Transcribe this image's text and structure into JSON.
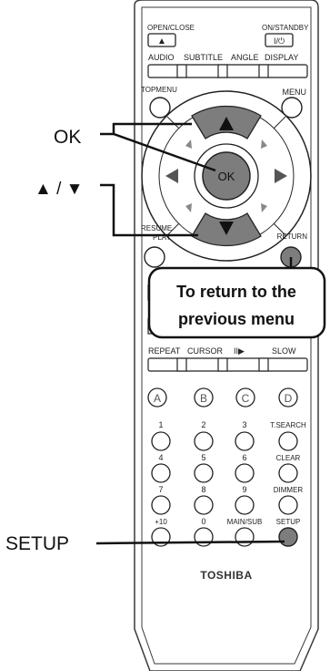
{
  "remote": {
    "top": {
      "open_close": "OPEN/CLOSE",
      "on_standby": "ON/STANDBY",
      "eject_symbol": "▲",
      "power_symbol": "I/⏻"
    },
    "row_labels": {
      "audio": "AUDIO",
      "subtitle": "SUBTITLE",
      "angle": "ANGLE",
      "display": "DISPLAY"
    },
    "top_menu": "TOPMENU",
    "menu": "MENU",
    "ok": "OK",
    "resume_line1": "RESUME",
    "resume_line2": "PLAY",
    "return": "RETURN",
    "row2_labels": {
      "repeat": "REPEAT",
      "cursor": "CURSOR",
      "slow_step": "II▶",
      "slow": "SLOW"
    },
    "color_buttons": [
      "A",
      "B",
      "C",
      "D"
    ],
    "numpad": [
      [
        "1",
        "2",
        "3",
        "T.SEARCH"
      ],
      [
        "4",
        "5",
        "6",
        "CLEAR"
      ],
      [
        "7",
        "8",
        "9",
        "DIMMER"
      ],
      [
        "+10",
        "0",
        "MAIN/SUB",
        "SETUP"
      ]
    ],
    "brand": "TOSHIBA"
  },
  "callouts": {
    "ok_label": "OK",
    "updown_label": "▲ / ▼",
    "setup_label": "SETUP",
    "return_note_line1": "To return to the",
    "return_note_line2": "previous menu"
  },
  "colors": {
    "highlight": "#7d7d7d",
    "outline": "#3a3a3a",
    "body": "#ffffff"
  }
}
